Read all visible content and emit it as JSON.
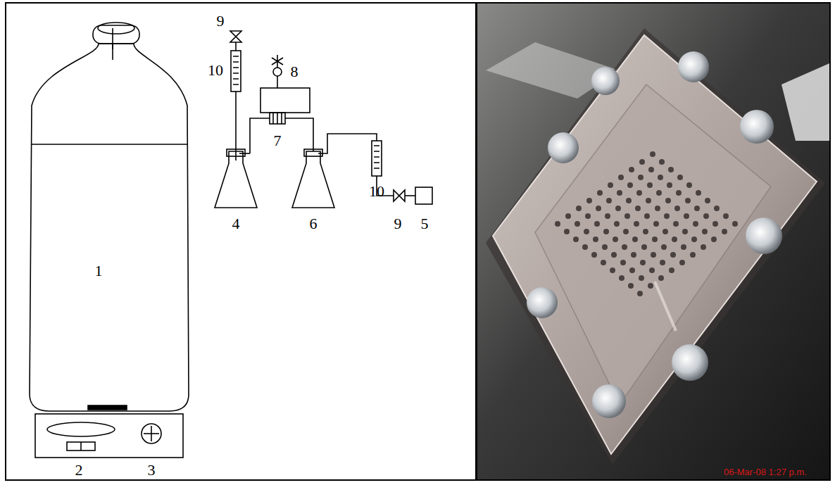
{
  "diagram": {
    "labels": [
      "1",
      "2",
      "3",
      "4",
      "5",
      "6",
      "7",
      "8",
      "9",
      "9",
      "10",
      "10",
      "06-Mar-08 1:27 p.m."
    ]
  }
}
